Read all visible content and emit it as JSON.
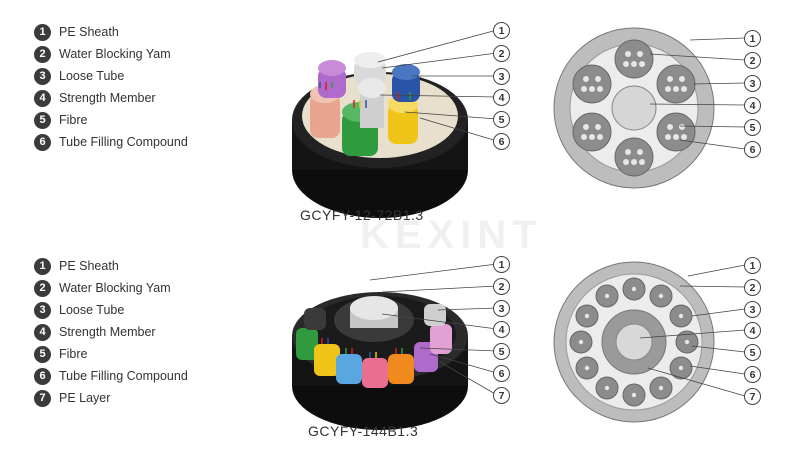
{
  "watermark": "KEXINT",
  "section1": {
    "model": "GCYFY-12-72B1.3",
    "legend": [
      {
        "num": "1",
        "label": "PE Sheath"
      },
      {
        "num": "2",
        "label": "Water Blocking Yam"
      },
      {
        "num": "3",
        "label": "Loose Tube"
      },
      {
        "num": "4",
        "label": "Strength Member"
      },
      {
        "num": "5",
        "label": "Fibre"
      },
      {
        "num": "6",
        "label": "Tube Filling Compound"
      }
    ],
    "callouts": [
      "1",
      "2",
      "3",
      "4",
      "5",
      "6"
    ]
  },
  "section2": {
    "model": "GCYFY-144B1.3",
    "legend": [
      {
        "num": "1",
        "label": "PE Sheath"
      },
      {
        "num": "2",
        "label": "Water Blocking Yam"
      },
      {
        "num": "3",
        "label": "Loose Tube"
      },
      {
        "num": "4",
        "label": "Strength Member"
      },
      {
        "num": "5",
        "label": "Fibre"
      },
      {
        "num": "6",
        "label": "Tube Filling Compound"
      },
      {
        "num": "7",
        "label": "PE Layer"
      }
    ],
    "callouts": [
      "1",
      "2",
      "3",
      "4",
      "5",
      "6",
      "7"
    ]
  },
  "colors": {
    "sheath": "#1a1a1a",
    "tube_pink": "#e8a58f",
    "tube_green": "#2f9a3e",
    "tube_yellow": "#f0c51a",
    "tube_purple": "#b06acb",
    "tube_blue": "#2a54a8",
    "tube_orange": "#f08a1e",
    "section_gray": "#bdbdbd"
  }
}
